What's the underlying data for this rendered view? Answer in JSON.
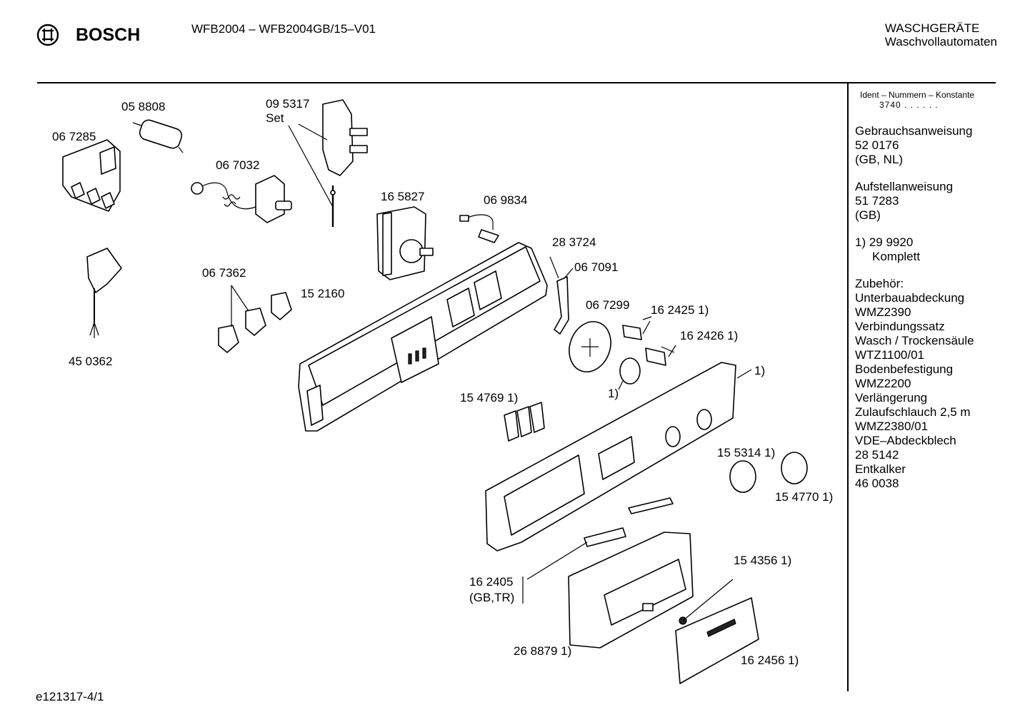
{
  "header": {
    "brand": "BOSCH",
    "model": "WFB2004 – WFB2004GB/15–V01",
    "category_line1": "WASCHGERÄTE",
    "category_line2": "Waschvollautomaten"
  },
  "sidebar": {
    "ident_label": "Ident – Nummern – Konstante",
    "constant": "3740 . . . . . .",
    "blocks": [
      {
        "lines": [
          "Gebrauchsanweisung",
          "52 0176",
          "(GB, NL)"
        ]
      },
      {
        "lines": [
          "Aufstellanweisung",
          "51 7283",
          "(GB)"
        ]
      },
      {
        "lines": [
          "1) 29 9920",
          "Komplett"
        ]
      },
      {
        "lines": [
          "Zubehör:",
          "Unterbauabdeckung",
          "WMZ2390",
          "Verbindungssatz",
          "Wasch / Trockensäule",
          "WTZ1100/01",
          "Bodenbefestigung",
          "WMZ2200",
          "Verlängerung",
          "Zulaufschlauch 2,5 m",
          "WMZ2380/01",
          "VDE–Abdeckblech",
          "28 5142",
          "Entkalker",
          "46 0038"
        ]
      }
    ]
  },
  "parts": {
    "p058808": "05 8808",
    "p067285": "06 7285",
    "p095317": "09 5317",
    "p095317_set": "Set",
    "p067032": "06 7032",
    "p165827": "16 5827",
    "p069834": "06 9834",
    "p283724": "28 3724",
    "p067091": "06 7091",
    "p067362": "06 7362",
    "p152160": "15 2160",
    "p450362": "45 0362",
    "p067299": "06 7299",
    "p162425": "16 2425 1)",
    "p162426": "16 2426 1)",
    "p_knob1": "1)",
    "p_panel1": "1)",
    "p154769": "15 4769 1)",
    "p155314": "15 5314 1)",
    "p154770": "15 4770 1)",
    "p162405": "16 2405",
    "p162405_var": "(GB,TR)",
    "p154356": "15 4356 1)",
    "p268879": "26 8879 1)",
    "p162456": "16 2456 1)"
  },
  "footer": {
    "code": "e121317-4/1"
  }
}
